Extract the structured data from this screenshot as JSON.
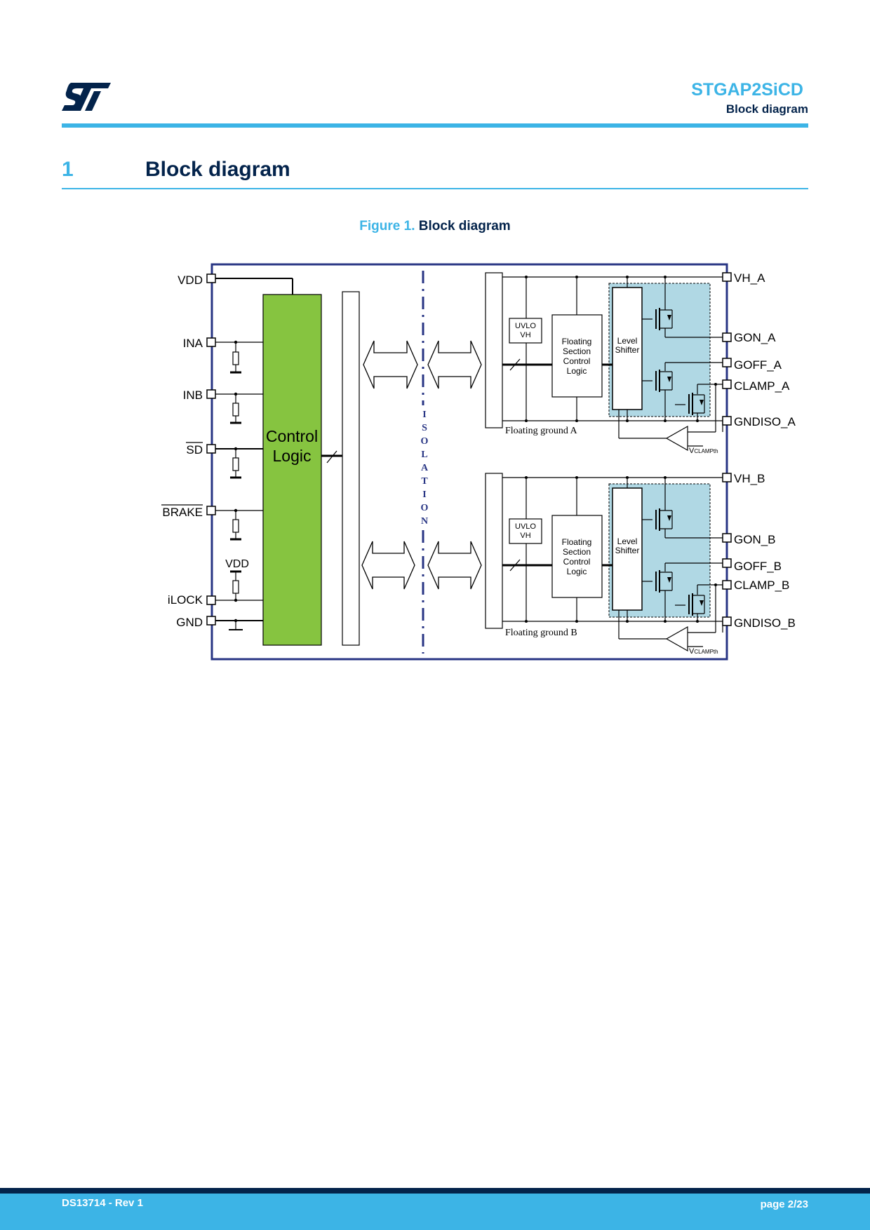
{
  "header": {
    "product": "STGAP2SiCD",
    "section": "Block diagram"
  },
  "section": {
    "number": "1",
    "title": "Block diagram"
  },
  "figure": {
    "label": "Figure 1.",
    "title": "Block diagram"
  },
  "diagram": {
    "left_pins": {
      "vdd": "VDD",
      "ina": "INA",
      "inb": "INB",
      "sd": "SD",
      "brake": "BRAKE",
      "vdd_pullup": "VDD",
      "ilock": "iLOCK",
      "gnd": "GND"
    },
    "control_logic": [
      "Control",
      "Logic"
    ],
    "isolation": [
      "I",
      "S",
      "O",
      "L",
      "A",
      "T",
      "I",
      "O",
      "N"
    ],
    "channel_a": {
      "uvlo": [
        "UVLO",
        "VH"
      ],
      "floating_logic": [
        "Floating",
        "Section",
        "Control",
        "Logic"
      ],
      "level_shifter": [
        "Level",
        "Shifter"
      ],
      "ground_label": "Floating ground A",
      "vclamp_prefix": "V",
      "vclamp_sub": "CLAMPth",
      "pins": {
        "vh": "VH_A",
        "gon": "GON_A",
        "goff": "GOFF_A",
        "clamp": "CLAMP_A",
        "gndiso": "GNDISO_A"
      }
    },
    "channel_b": {
      "uvlo": [
        "UVLO",
        "VH"
      ],
      "floating_logic": [
        "Floating",
        "Section",
        "Control",
        "Logic"
      ],
      "level_shifter": [
        "Level",
        "Shifter"
      ],
      "ground_label": "Floating ground B",
      "vclamp_prefix": "V",
      "vclamp_sub": "CLAMPth",
      "pins": {
        "vh": "VH_B",
        "gon": "GON_B",
        "goff": "GOFF_B",
        "clamp": "CLAMP_B",
        "gndiso": "GNDISO_B"
      }
    },
    "colors": {
      "frame": "#283584",
      "control_logic_fill": "#86c440",
      "driver_area_fill": "#b0d8e4",
      "isolation": "#283584"
    }
  },
  "footer": {
    "doc_id": "DS13714 - Rev 1",
    "page": "page 2/23"
  }
}
